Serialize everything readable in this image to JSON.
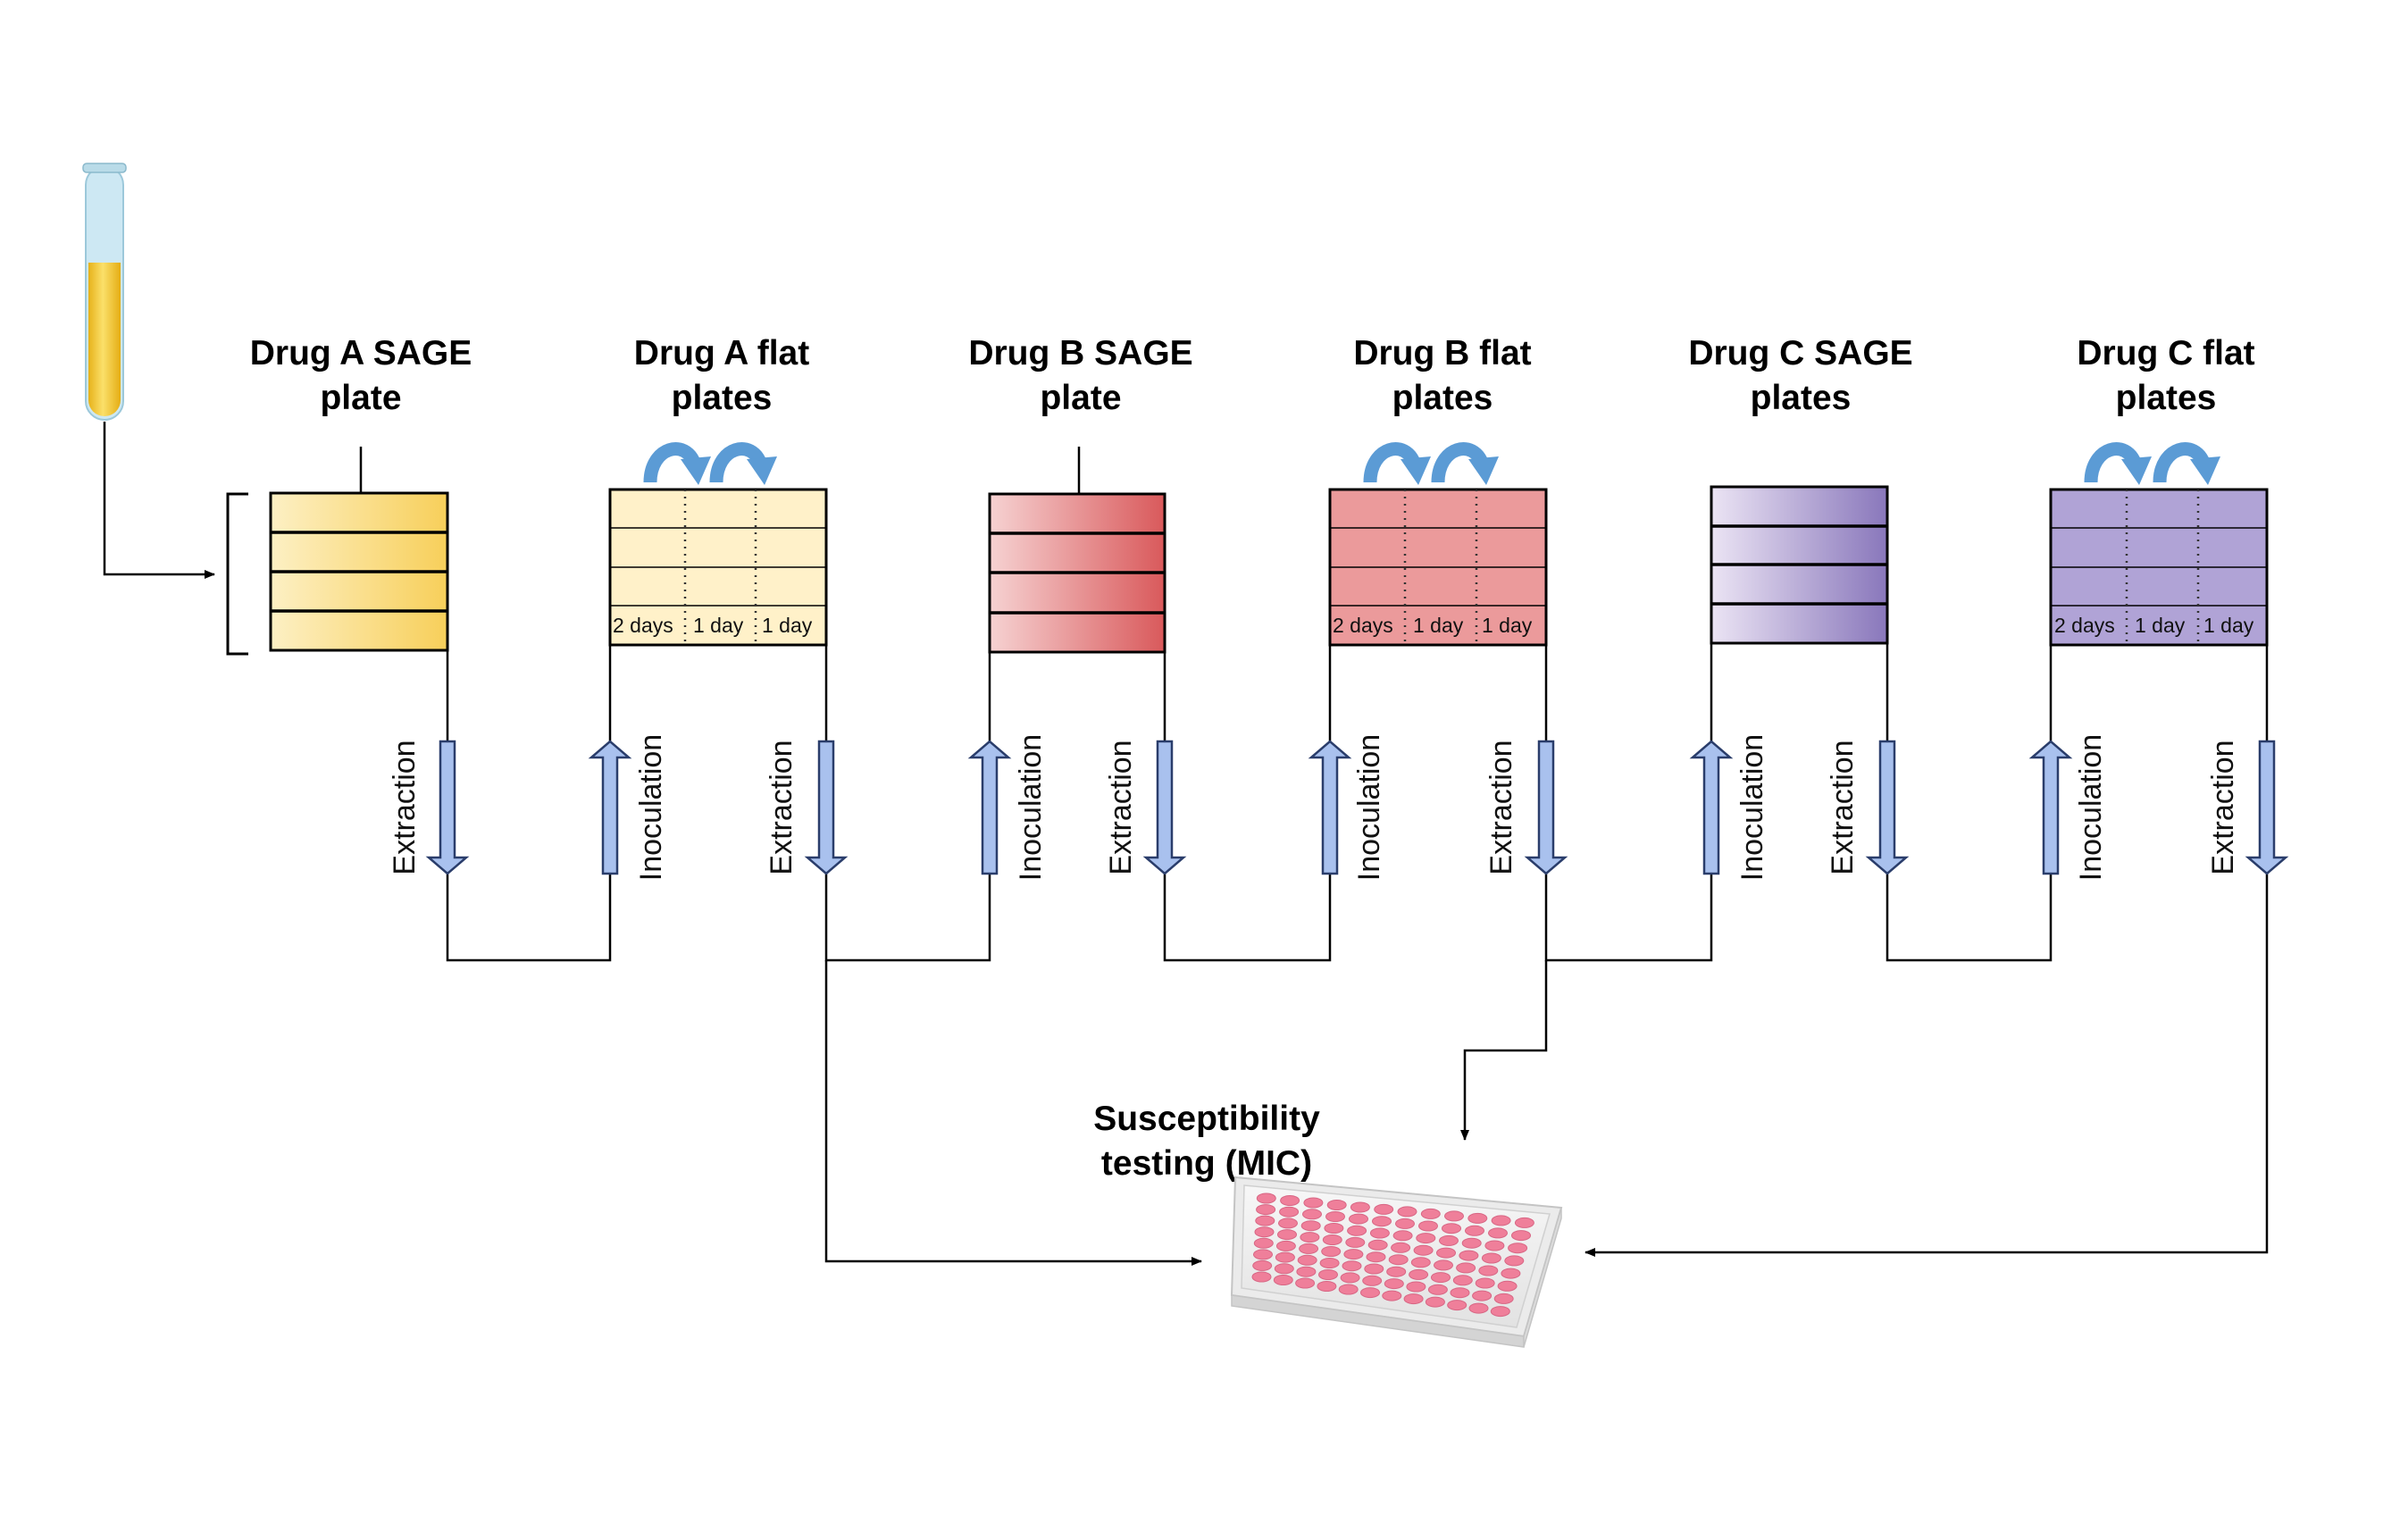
{
  "stages": [
    {
      "title_line1": "Drug A SAGE",
      "title_line2": "plate",
      "kind": "sage"
    },
    {
      "title_line1": "Drug A flat",
      "title_line2": "plates",
      "kind": "flat"
    },
    {
      "title_line1": "Drug B SAGE",
      "title_line2": "plate",
      "kind": "sage"
    },
    {
      "title_line1": "Drug B flat",
      "title_line2": "plates",
      "kind": "flat"
    },
    {
      "title_line1": "Drug C SAGE",
      "title_line2": "plates",
      "kind": "sage"
    },
    {
      "title_line1": "Drug C flat",
      "title_line2": "plates",
      "kind": "flat"
    }
  ],
  "day_labels": [
    "2 days",
    "1 day",
    "1 day"
  ],
  "steps": {
    "extraction": "Extraction",
    "inoculation": "Inoculation"
  },
  "mic": {
    "line1": "Susceptibility",
    "line2": "testing (MIC)"
  },
  "colors": {
    "drug_a_light": "#fdf0c4",
    "drug_a_dark": "#f7cf5a",
    "drug_a_flat": "#fff1c9",
    "drug_b_light": "#f6d2d2",
    "drug_b_dark": "#d9595b",
    "drug_b_flat": "#eb9a9b",
    "drug_c_light": "#ebe4f4",
    "drug_c_dark": "#8977bb",
    "drug_c_flat": "#b0a3d6",
    "step_arrow": "#a9c1ee",
    "curved_arrow": "#5b9bd5",
    "well": "#ef7f9a",
    "tube_liquid": "#f7d23a",
    "tube_glass": "#cde8f3"
  }
}
